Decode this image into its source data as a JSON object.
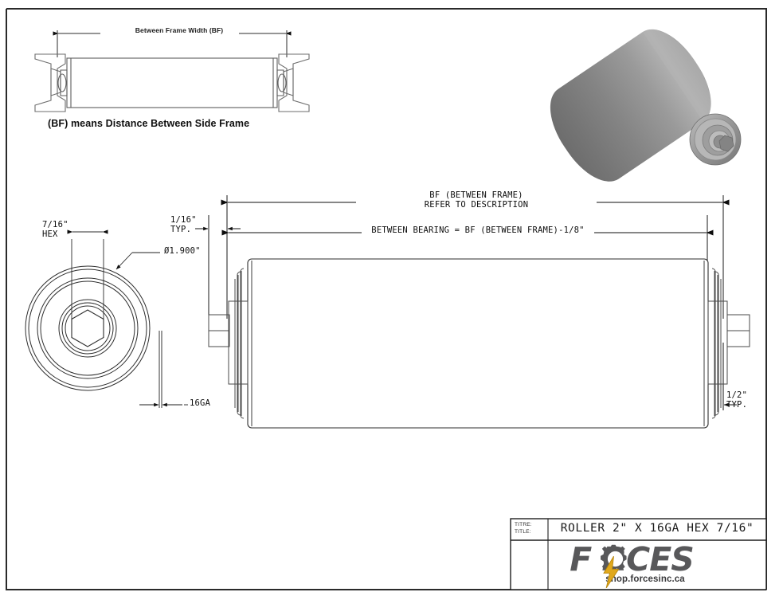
{
  "drawing": {
    "title_block": {
      "label_fr": "TITRE:",
      "label_en": "TITLE:",
      "title": "ROLLER 2\" X 16GA HEX 7/16\""
    },
    "logo": {
      "wordmark": "F RCES",
      "url": "shop.forcesinc.ca",
      "gear_icon": "gear-icon",
      "bolt_icon": "lightning-bolt-icon",
      "color": "#58585a",
      "bolt_color": "#e0a81c"
    },
    "top_view": {
      "dimension_label": "Between Frame Width (BF)",
      "caption": "(BF) means Distance Between Side Frame"
    },
    "main_view": {
      "dim_overall_line1": "BF (BETWEEN FRAME)",
      "dim_overall_line2": "REFER TO DESCRIPTION",
      "dim_bearing": "BETWEEN BEARING = BF (BETWEEN FRAME)-1/8\"",
      "dim_typ_left_line1": "1/16\"",
      "dim_typ_left_line2": "TYP.",
      "dim_typ_right_line1": "1/2\"",
      "dim_typ_right_line2": "TYP."
    },
    "end_view": {
      "hex_line1": "7/16\"",
      "hex_line2": "HEX",
      "diameter": "Ø1.900\"",
      "gauge": "16GA"
    },
    "colors": {
      "line": "#1a1a1a",
      "thin_line": "#3c3c3c",
      "render_body": "#8b8b8b",
      "render_light": "#a9a9a9",
      "render_dark": "#6e6e6e",
      "frame": "#2a2a2a"
    }
  }
}
